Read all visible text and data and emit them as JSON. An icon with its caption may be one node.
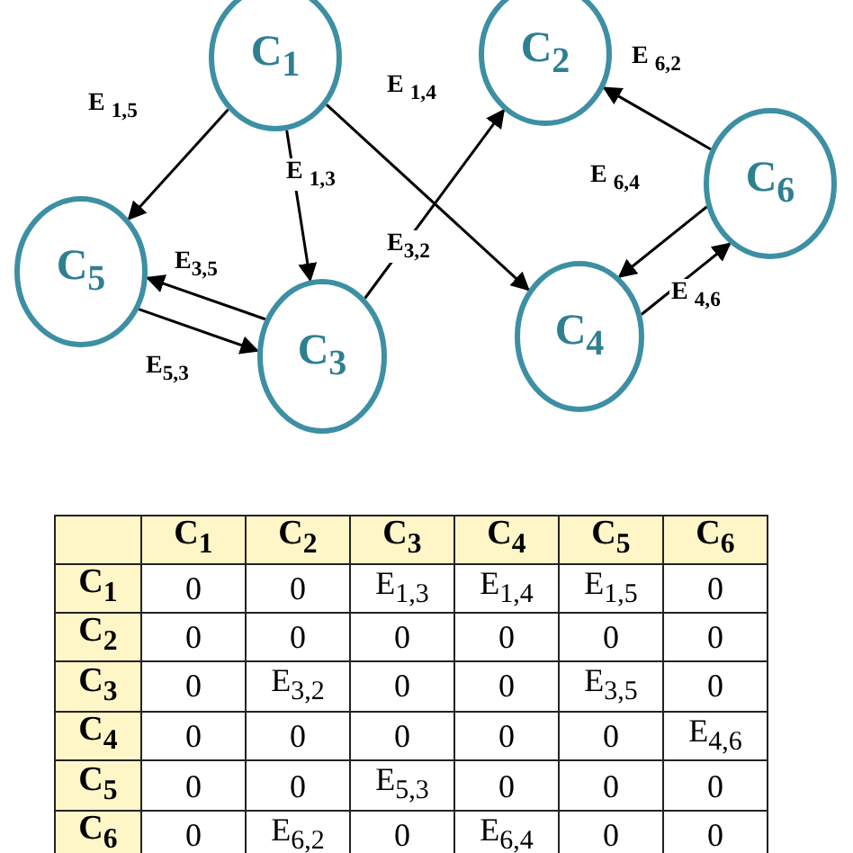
{
  "diagram": {
    "nodes": [
      {
        "text": [
          "C$_{1}$"
        ]
      },
      {
        "text": [
          "C$_{2}$"
        ]
      },
      {
        "text": [
          "C$_{5}$"
        ]
      },
      {
        "text": [
          "C$_{3}$"
        ]
      },
      {
        "text": [
          "C$_{4}$"
        ]
      },
      {
        "text": [
          "C$_{6}$"
        ]
      }
    ],
    "edges": [
      {
        "from": 0,
        "to": 2,
        "arrow": "to",
        "label": "E $_{1,5}$"
      },
      {
        "from": 0,
        "to": 3,
        "arrow": "to",
        "label": "E $_{1,3}$"
      },
      {
        "from": 0,
        "to": 4,
        "arrow": "to",
        "label": "E $_{1,4}$"
      },
      {
        "from": 3,
        "to": 1,
        "arrow": "to",
        "label": "E$_{3,2}$"
      },
      {
        "from": 3,
        "to": 2,
        "arrow": "to",
        "label": "E$_{3,5}$"
      },
      {
        "from": 2,
        "to": 3,
        "arrow": "to",
        "label": "E$_{5,3}$"
      },
      {
        "from": 5,
        "to": 1,
        "arrow": "to",
        "label": "E $_{6,2}$"
      },
      {
        "from": 5,
        "to": 4,
        "arrow": "to",
        "label": "E $_{6,4}$"
      },
      {
        "from": 4,
        "to": 5,
        "arrow": "to",
        "label": "E $_{4,6}$"
      }
    ],
    "labels": [
      "C$_{1}$",
      "C$_{2}$",
      "C$_{3}$",
      "C$_{4}$",
      "C$_{5}$",
      "C$_{6}$",
      "C$_{1}$",
      "0",
      "0",
      "E$_{1,3}$",
      "E$_{1,4}$",
      "E$_{1,5}$",
      "0",
      "C$_{2}$",
      "0",
      "0",
      "0",
      "0",
      "0",
      "0",
      "C$_{3}$",
      "0",
      "E$_{3,2}$",
      "0",
      "0",
      "E$_{3,5}$",
      "0",
      "C$_{4}$",
      "0",
      "0",
      "0",
      "0",
      "0",
      "E$_{4,6}$",
      "C$_{5}$",
      "0",
      "0",
      "E$_{5,3}$",
      "0",
      "0",
      "0",
      "C$_{6}$",
      "0",
      "E$_{6,2}$",
      "0",
      "E$_{6,4}$",
      "0",
      "0"
    ]
  }
}
